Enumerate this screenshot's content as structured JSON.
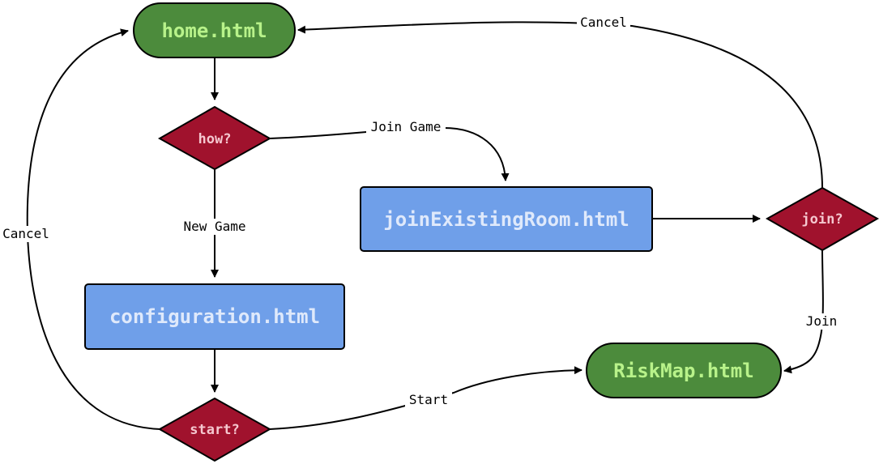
{
  "colors": {
    "terminal_fill": "#4c8b3c",
    "terminal_text": "#b8f28a",
    "process_fill": "#6f9fe9",
    "process_text": "#dfe9fb",
    "decision_fill": "#a0122d",
    "decision_text": "#f5c7cf",
    "edge": "#000000",
    "label_bg": "#ffffff"
  },
  "nodes": {
    "home": {
      "label": "home.html",
      "shape": "terminal"
    },
    "how": {
      "label": "how?",
      "shape": "decision"
    },
    "join_existing_room": {
      "label": "joinExistingRoom.html",
      "shape": "process"
    },
    "join_decision": {
      "label": "join?",
      "shape": "decision"
    },
    "configuration": {
      "label": "configuration.html",
      "shape": "process"
    },
    "start_decision": {
      "label": "start?",
      "shape": "decision"
    },
    "risk_map": {
      "label": "RiskMap.html",
      "shape": "terminal"
    }
  },
  "edges": {
    "home_to_how": {
      "label": ""
    },
    "join_game": {
      "label": "Join Game"
    },
    "new_game": {
      "label": "New Game"
    },
    "room_to_join": {
      "label": ""
    },
    "join": {
      "label": "Join"
    },
    "cancel_join": {
      "label": "Cancel"
    },
    "config_to_start": {
      "label": ""
    },
    "start": {
      "label": "Start"
    },
    "cancel_start": {
      "label": "Cancel"
    }
  }
}
